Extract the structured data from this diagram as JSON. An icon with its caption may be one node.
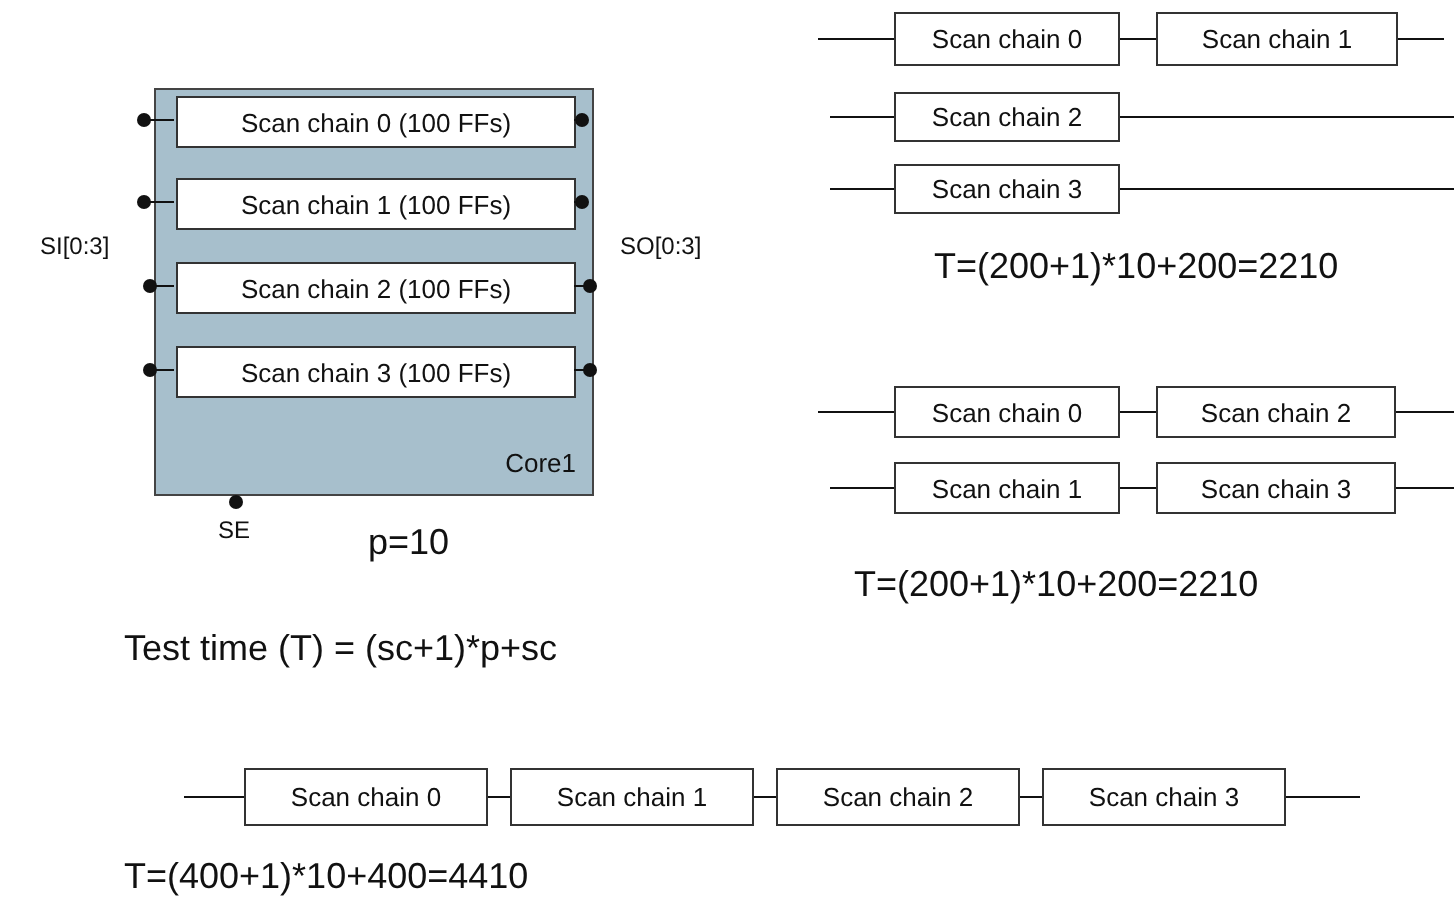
{
  "diagram": {
    "nodes": [
      {
        "text": [
          "Core1"
        ]
      },
      {
        "text": [
          "Scan chain 0 (100 FFs)"
        ],
        "in": 0
      },
      {
        "text": [
          "Scan chain 1 (100 FFs)"
        ],
        "in": 0
      },
      {
        "text": [
          "Scan chain 2 (100 FFs)"
        ],
        "in": 0
      },
      {
        "text": [
          "Scan chain 3 (100 FFs)"
        ],
        "in": 0
      },
      {
        "text": [
          "Scan chain 0"
        ]
      },
      {
        "text": [
          "Scan chain 1"
        ]
      },
      {
        "text": [
          "Scan chain 2"
        ]
      },
      {
        "text": [
          "Scan chain 3"
        ]
      },
      {
        "text": [
          "Scan chain 0"
        ]
      },
      {
        "text": [
          "Scan chain 2"
        ]
      },
      {
        "text": [
          "Scan chain 1"
        ]
      },
      {
        "text": [
          "Scan chain 3"
        ]
      },
      {
        "text": [
          "Scan chain 0"
        ]
      },
      {
        "text": [
          "Scan chain 1"
        ]
      },
      {
        "text": [
          "Scan chain 2"
        ]
      },
      {
        "text": [
          "Scan chain 3"
        ]
      }
    ],
    "edges": [
      {
        "from": null,
        "to": 1,
        "arrow": "other"
      },
      {
        "from": null,
        "to": 2,
        "arrow": "other"
      },
      {
        "from": null,
        "to": 3,
        "arrow": "other"
      },
      {
        "from": null,
        "to": 4,
        "arrow": "other"
      },
      {
        "from": 1,
        "to": null,
        "arrow": "other"
      },
      {
        "from": 2,
        "to": null,
        "arrow": "other"
      },
      {
        "from": 3,
        "to": null,
        "arrow": "other"
      },
      {
        "from": 4,
        "to": null,
        "arrow": "other"
      },
      {
        "from": null,
        "to": 5,
        "arrow": "none"
      },
      {
        "from": 5,
        "to": 6,
        "arrow": "none"
      },
      {
        "from": 6,
        "to": null,
        "arrow": "none"
      },
      {
        "from": null,
        "to": 7,
        "arrow": "none"
      },
      {
        "from": 7,
        "to": null,
        "arrow": "none"
      },
      {
        "from": null,
        "to": 8,
        "arrow": "none"
      },
      {
        "from": 8,
        "to": null,
        "arrow": "none"
      },
      {
        "from": null,
        "to": 9,
        "arrow": "none"
      },
      {
        "from": 9,
        "to": 10,
        "arrow": "none"
      },
      {
        "from": 10,
        "to": null,
        "arrow": "none"
      },
      {
        "from": null,
        "to": 11,
        "arrow": "none"
      },
      {
        "from": 11,
        "to": 12,
        "arrow": "none"
      },
      {
        "from": 12,
        "to": null,
        "arrow": "none"
      },
      {
        "from": null,
        "to": 13,
        "arrow": "none"
      },
      {
        "from": 13,
        "to": 14,
        "arrow": "none"
      },
      {
        "from": 14,
        "to": 15,
        "arrow": "none"
      },
      {
        "from": 15,
        "to": 16,
        "arrow": "none"
      },
      {
        "from": 16,
        "to": null,
        "arrow": "none"
      }
    ],
    "labels": [
      "SI[0:3]",
      "SO[0:3]",
      "SE",
      "p=10",
      "T=(200+1)*10+200=2210",
      "T=(200+1)*10+200=2210",
      "Test time (T) = (sc+1)*p+sc",
      "T=(400+1)*10+400=4410"
    ]
  }
}
